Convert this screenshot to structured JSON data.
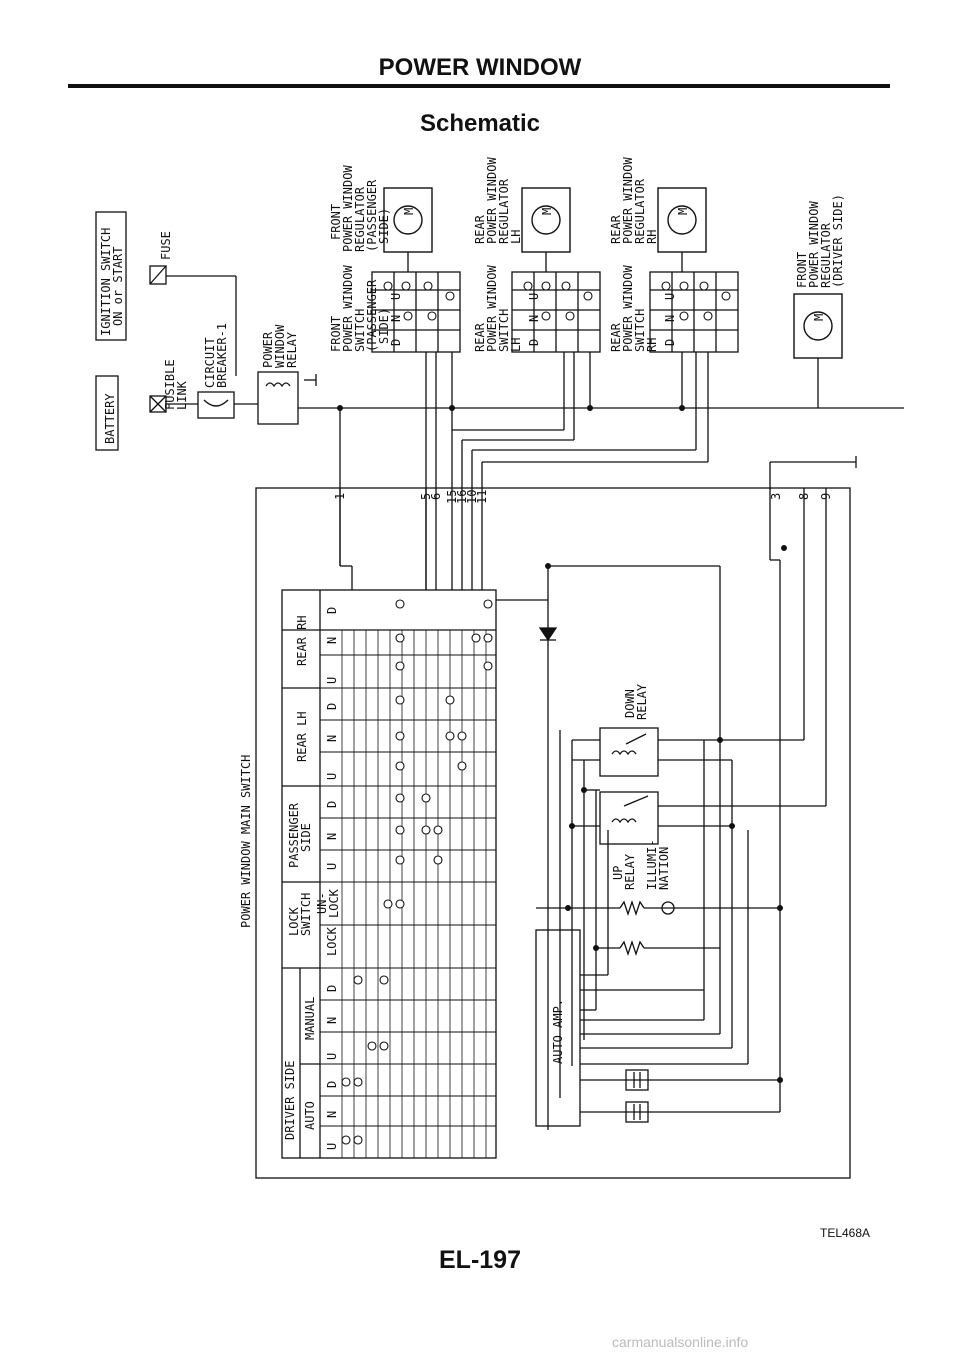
{
  "page": {
    "header": "POWER WINDOW",
    "title": "Schematic",
    "figure_code": "TEL468A",
    "page_number": "EL-197",
    "watermark": "carmanualsonline.info"
  },
  "labels": {
    "battery": "BATTERY",
    "ign1": "IGNITION SWITCH",
    "ign2": "ON or START",
    "fuse": "FUSE",
    "fl1": "FUSIBLE",
    "fl2": "LINK",
    "cb1": "CIRCUIT",
    "cb2": "BREAKER-1",
    "pwr1": "POWER",
    "pwr2": "WINDOW",
    "pwr3": "RELAY",
    "main_switch": "POWER WINDOW MAIN SWITCH",
    "auto_amp": "AUTO AMP.",
    "down_relay1": "DOWN",
    "down_relay2": "RELAY",
    "up_relay1": "UP",
    "up_relay2": "RELAY",
    "illum1": "ILLUMI-",
    "illum2": "NATION",
    "driver_side": "DRIVER SIDE",
    "auto": "AUTO",
    "manual": "MANUAL",
    "lock1": "LOCK",
    "lock2": "SWITCH",
    "lock": "LOCK",
    "unlock1": "UN-",
    "unlock2": "LOCK",
    "pass1": "PASSENGER",
    "pass2": "SIDE",
    "rear_lh": "REAR LH",
    "rear_rh": "REAR RH",
    "u": "U",
    "n": "N",
    "d": "D",
    "fps": [
      "FRONT",
      "POWER WINDOW",
      "SWITCH",
      "(PASSENGER",
      "SIDE)"
    ],
    "fpr": [
      "FRONT",
      "POWER WINDOW",
      "REGULATOR",
      "(PASSENGER",
      "SIDE)"
    ],
    "rls": [
      "REAR",
      "POWER WINDOW",
      "SWITCH",
      "LH"
    ],
    "rlr": [
      "REAR",
      "POWER WINDOW",
      "REGULATOR",
      "LH"
    ],
    "rrs": [
      "REAR",
      "POWER WINDOW",
      "SWITCH",
      "RH"
    ],
    "rrr": [
      "REAR",
      "POWER WINDOW",
      "REGULATOR",
      "RH"
    ],
    "fdr": [
      "FRONT",
      "POWER WINDOW",
      "REGULATOR",
      "(DRIVER SIDE)"
    ],
    "motor": "M",
    "terminals": [
      "1",
      "5",
      "6",
      "15",
      "16",
      "10",
      "11",
      "3",
      "8",
      "9"
    ]
  }
}
